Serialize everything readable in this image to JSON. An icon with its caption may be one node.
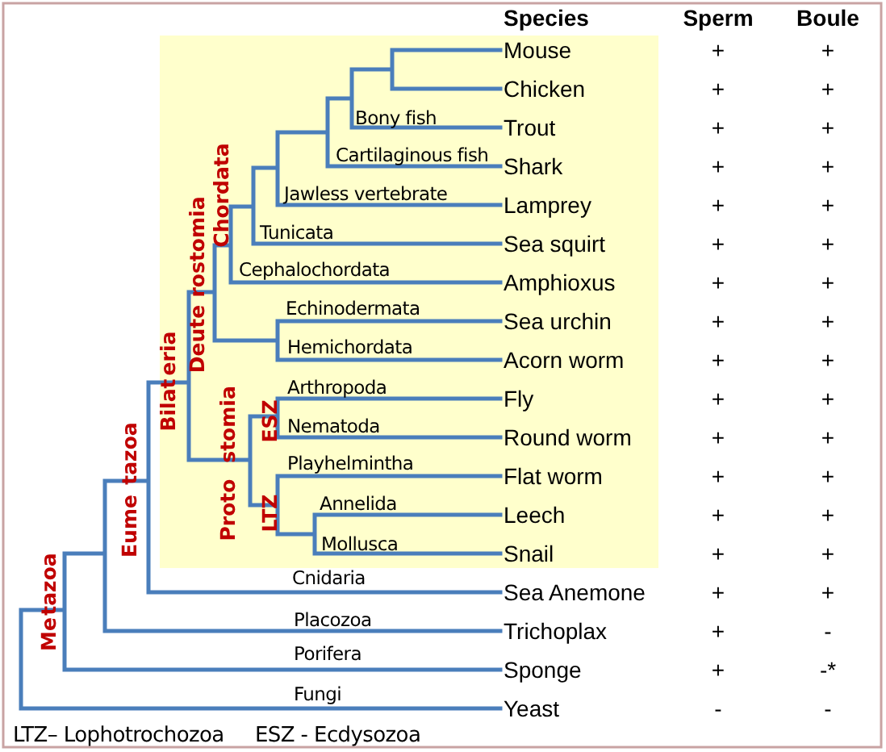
{
  "diagram": {
    "labels": [
      "Species",
      "Sperm",
      "Boule",
      "Mouse",
      "+",
      "+",
      "Chicken",
      "+",
      "+",
      "Trout",
      "+",
      "+",
      "Shark",
      "+",
      "+",
      "Lamprey",
      "+",
      "+",
      "Sea squirt",
      "+",
      "+",
      "Amphioxus",
      "+",
      "+",
      "Sea urchin",
      "+",
      "+",
      "Acorn worm",
      "+",
      "+",
      "Fly",
      "+",
      "+",
      "Round worm",
      "+",
      "+",
      "Flat worm",
      "+",
      "+",
      "Leech",
      "+",
      "+",
      "Snail",
      "+",
      "+",
      "Sea Anemone",
      "+",
      "+",
      "Trichoplax",
      "+",
      "-",
      "Sponge",
      "+",
      "-*",
      "Yeast",
      "-",
      "-",
      "Bony fish",
      "Cartilaginous fish",
      "Jawless vertebrate",
      "Tunicata",
      "Cephalochordata",
      "Echinodermata",
      "Hemichordata",
      "Arthropoda",
      "Nematoda",
      "Playhelmintha",
      "Annelida",
      "Mollusca",
      "Cnidaria",
      "Placozoa",
      "Porifera",
      "Fungi",
      "Chordata",
      "rostomia",
      "Deute",
      "eria",
      "Bilat",
      "stomia",
      "Proto",
      "ESZ",
      "LTZ",
      "tazoa",
      "Eume",
      "tazoa",
      "Me",
      "LTZ– Lophotrochozoa",
      "ESZ - Ecdysozoa"
    ]
  }
}
